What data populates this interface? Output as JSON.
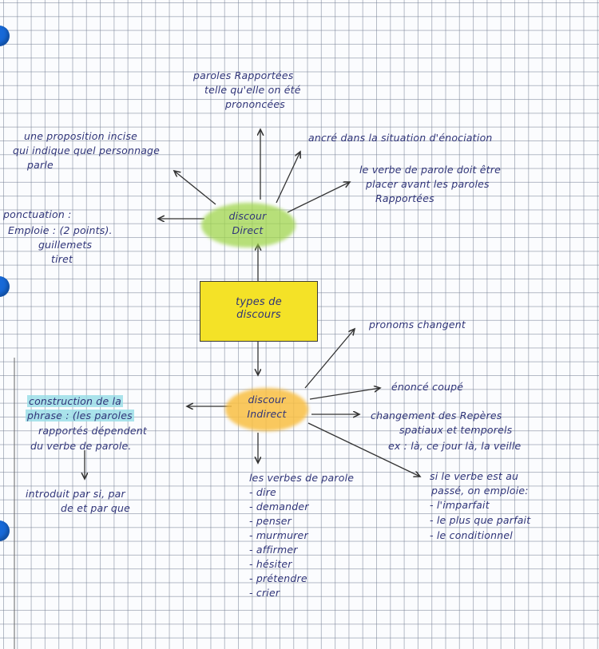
{
  "center": {
    "line1": "types de",
    "line2": "discours"
  },
  "direct": {
    "node_line1": "discour",
    "node_line2": "Direct",
    "paroles": [
      "paroles Rapportées",
      "telle qu'elle on été",
      "prononcées"
    ],
    "ancre": "ancré dans la situation d'énociation",
    "verbe": [
      "le verbe de parole doit être",
      "placer avant les paroles",
      "Rapportées"
    ],
    "incise": [
      "une proposition incise",
      "qui indique quel personnage",
      "parle"
    ],
    "ponctuation": [
      "ponctuation :",
      "Emploie : (2 points).",
      "guillemets",
      "tiret"
    ]
  },
  "indirect": {
    "node_line1": "discour",
    "node_line2": "Indirect",
    "pronoms": "pronoms changent",
    "enonce": "énoncé coupé",
    "changement": [
      "changement des Repères",
      "spatiaux et temporels",
      "ex :  là, ce jour là, la veille"
    ],
    "si_verbe": [
      "si le verbe est au",
      "passé, on emploie:",
      "- l'imparfait",
      "- le plus que parfait",
      "- le conditionnel"
    ],
    "construction": [
      "construction de la",
      "phrase : (les paroles",
      "rapportés dépendent",
      "du verbe de parole."
    ],
    "introduit": [
      "introduit par si, par",
      "de et par que"
    ],
    "verbes_title": "les verbes de parole",
    "verbes": [
      "- dire",
      "- demander",
      "- penser",
      "- murmurer",
      "- affirmer",
      "- hésiter",
      "- prétendre",
      "- crier"
    ]
  }
}
